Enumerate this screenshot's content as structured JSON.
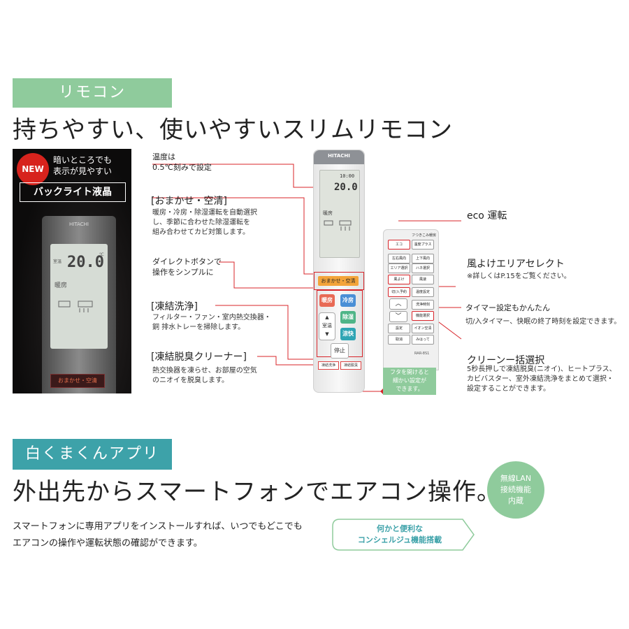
{
  "sections": {
    "remote_tag": "リモコン",
    "remote_heading": "持ちやすい、使いやすいスリムリモコン",
    "app_tag": "白くまくんアプリ",
    "app_heading": "外出先からスマートフォンでエアコン操作。"
  },
  "photo": {
    "badge": "NEW",
    "caption_line1": "暗いところでも",
    "caption_line2": "表示が見やすい",
    "backlight_label": "バックライト液晶",
    "brand": "HITACHI",
    "temp": "20.0",
    "temp_unit": "℃",
    "mode": "暖房",
    "button": "おまかせ・空清"
  },
  "remote": {
    "brand": "HITACHI",
    "clock": "10:00",
    "temp": "20.0",
    "mode": "暖房",
    "omakase": "おまかせ・空清",
    "heat": "暖房",
    "cool": "冷房",
    "dehum": "除湿",
    "clean": "涼快",
    "updown": "室温",
    "stop": "停止",
    "small1": "凍結洗浄",
    "small2": "凍結脱臭"
  },
  "open_remote": {
    "keys": [
      "エコ",
      "温度プラス",
      "左右風向",
      "上下風向",
      "エリア選択",
      "ハネ選択",
      "風よけ",
      "風速",
      "切/入予約",
      "温度設定",
      "",
      "洗浄時刻",
      "",
      "機能選択",
      "設定",
      "イオン空清",
      "取消",
      "みはって",
      "RAR-8S1"
    ],
    "header": "フつきこみ暖房"
  },
  "note_box": {
    "line1": "フタを開けると",
    "line2": "細かい設定が",
    "line3": "できます。"
  },
  "callouts": {
    "temp_title": "温度は",
    "temp_body": "0.5℃刻みで設定",
    "omakase_title": "[おまかせ・空清]",
    "omakase_body1": "暖房・冷房・除湿運転を自動選択",
    "omakase_body2": "し、季節に合わせた除湿運転を",
    "omakase_body3": "組み合わせてカビ対策します。",
    "direct_title1": "ダイレクトボタンで",
    "direct_title2": "操作をシンプルに",
    "freeze_title": "[凍結洗浄]",
    "freeze_body1": "フィルター・ファン・室内熱交換器・",
    "freeze_body2": "銅 排水トレーを掃除します。",
    "deodor_title": "[凍結脱臭クリーナー]",
    "deodor_body1": "熱交換器を凍らせ、お部屋の空気",
    "deodor_body2": "のニオイを脱臭します。",
    "eco_title": "eco 運転",
    "wind_title": "風よけエリアセレクト",
    "wind_body": "※詳しくはP.15をご覧ください。",
    "timer_title": "タイマー設定もかんたん",
    "timer_body": "切/入タイマー、快眠の終了時刻を設定できます。",
    "clean_title": "クリーンー括選択",
    "clean_body1": "5秒長押しで凍結脱臭(ニオイ)、ヒートプラス、",
    "clean_body2": "カビバスター、室外凍結洗浄をまとめて選択・",
    "clean_body3": "設定することができます。"
  },
  "app": {
    "body1": "スマートフォンに専用アプリをインストールすれば、いつでもどこでも",
    "body2": "エアコンの操作や運転状態の確認ができます。",
    "badge_line1": "無線LAN",
    "badge_line2": "接続機能",
    "badge_line3": "内蔵",
    "arrow_line1": "何かと便利な",
    "arrow_line2": "コンシェルジュ機能搭載"
  },
  "colors": {
    "green": "#8fcb9c",
    "teal": "#3da2a9",
    "callout_line": "#d8242a"
  }
}
